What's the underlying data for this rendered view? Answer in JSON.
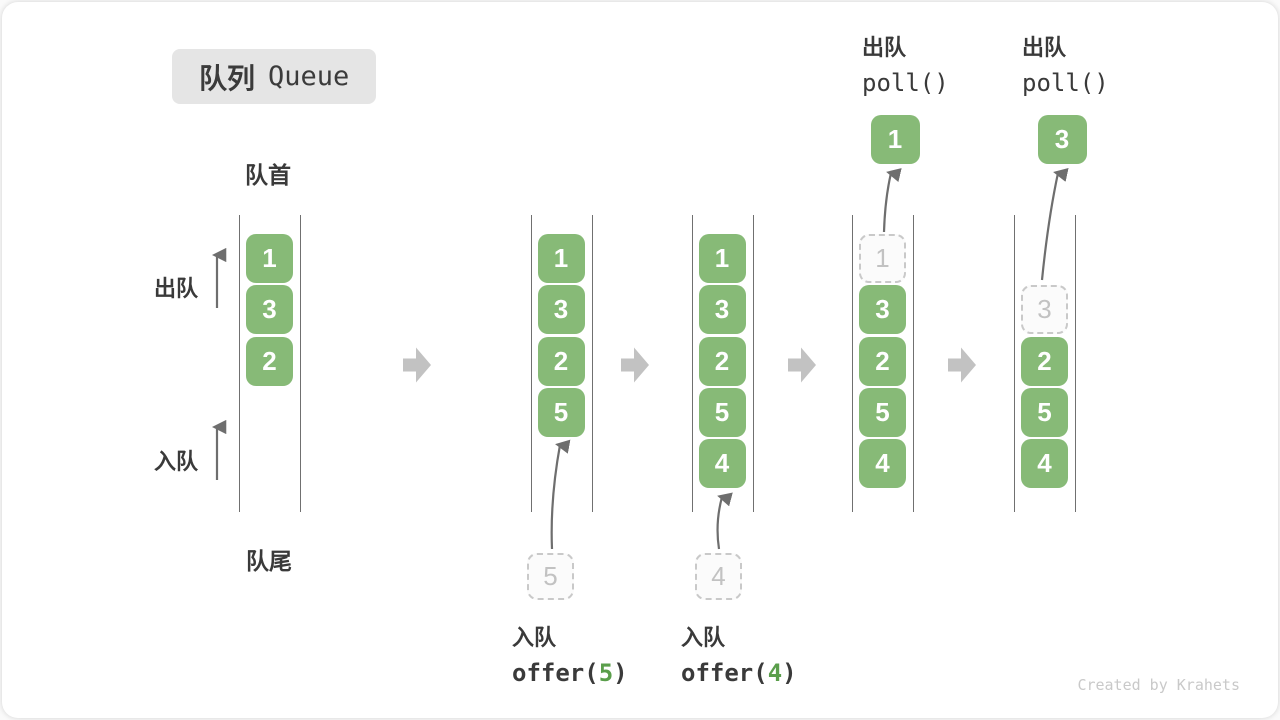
{
  "badge": {
    "zh": "队列",
    "en": "Queue"
  },
  "labels": {
    "front": "队首",
    "rear": "队尾",
    "dequeue": "出队",
    "enqueue": "入队"
  },
  "watermark": "Created by Krahets",
  "colors": {
    "box_green": "#87ba77",
    "arg_green": "#5a9e4b",
    "block_arrow": "#c2c2c2",
    "dashed_gray": "#c9c9c9",
    "label_text": "#3a3a3a"
  },
  "diagram": {
    "states": [
      {
        "name": "initial",
        "slots": [
          {
            "value": "1",
            "style": "solid"
          },
          {
            "value": "3",
            "style": "solid"
          },
          {
            "value": "2",
            "style": "solid"
          }
        ]
      },
      {
        "name": "after-offer-5",
        "slots": [
          {
            "value": "1",
            "style": "solid"
          },
          {
            "value": "3",
            "style": "solid"
          },
          {
            "value": "2",
            "style": "solid"
          },
          {
            "value": "5",
            "style": "solid"
          }
        ],
        "pending": "5",
        "caption": {
          "label": "入队",
          "code_prefix": "offer(",
          "arg": "5",
          "code_suffix": ")"
        }
      },
      {
        "name": "after-offer-4",
        "slots": [
          {
            "value": "1",
            "style": "solid"
          },
          {
            "value": "3",
            "style": "solid"
          },
          {
            "value": "2",
            "style": "solid"
          },
          {
            "value": "5",
            "style": "solid"
          },
          {
            "value": "4",
            "style": "solid"
          }
        ],
        "pending": "4",
        "caption": {
          "label": "入队",
          "code_prefix": "offer(",
          "arg": "4",
          "code_suffix": ")"
        }
      },
      {
        "name": "after-poll-1",
        "slots": [
          {
            "value": "1",
            "style": "dashed"
          },
          {
            "value": "3",
            "style": "solid"
          },
          {
            "value": "2",
            "style": "solid"
          },
          {
            "value": "5",
            "style": "solid"
          },
          {
            "value": "4",
            "style": "solid"
          }
        ],
        "popped": "1",
        "header": {
          "label": "出队",
          "code": "poll()"
        }
      },
      {
        "name": "after-poll-3",
        "slots": [
          {
            "style": "empty"
          },
          {
            "value": "3",
            "style": "dashed"
          },
          {
            "value": "2",
            "style": "solid"
          },
          {
            "value": "5",
            "style": "solid"
          },
          {
            "value": "4",
            "style": "solid"
          }
        ],
        "popped": "3",
        "header": {
          "label": "出队",
          "code": "poll()"
        }
      }
    ]
  }
}
